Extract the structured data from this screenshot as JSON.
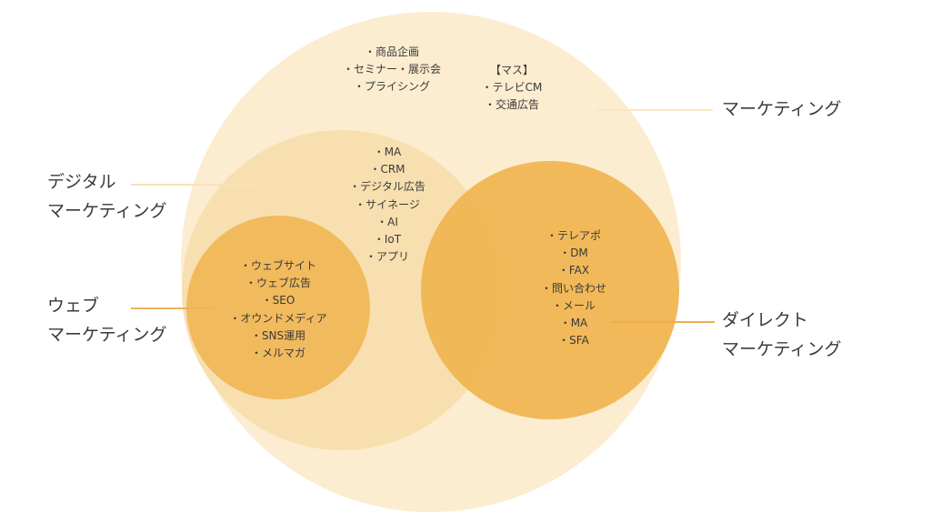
{
  "diagram": {
    "marketing": {
      "label_lines": [
        "マーケティング"
      ],
      "items": [
        "・商品企画",
        "・セミナー・展示会",
        "・プライシング"
      ],
      "mass_items": [
        "【マス】",
        "・テレビCM",
        "・交通広告"
      ]
    },
    "digital": {
      "label_lines": [
        "デジタル",
        "マーケティング"
      ],
      "items": [
        "・MA",
        "・CRM",
        "・デジタル広告",
        "・サイネージ",
        "・AI",
        "・IoT",
        "・アプリ"
      ]
    },
    "web": {
      "label_lines": [
        "ウェブ",
        "マーケティング"
      ],
      "items": [
        "・ウェブサイト",
        "・ウェブ広告",
        "・SEO",
        "・オウンドメディア",
        "・SNS運用",
        "・メルマガ"
      ]
    },
    "direct": {
      "label_lines": [
        "ダイレクト",
        "マーケティング"
      ],
      "items": [
        "・テレアポ",
        "・DM",
        "・FAX",
        "・問い合わせ",
        "・メール",
        "・MA",
        "・SFA"
      ]
    },
    "colors": {
      "marketing_fill": "#fcecd0",
      "digital_fill": "#f8dfb0",
      "web_fill": "#f0b758",
      "direct_fill": "#f0b550",
      "text": "#3a3a3a"
    }
  }
}
